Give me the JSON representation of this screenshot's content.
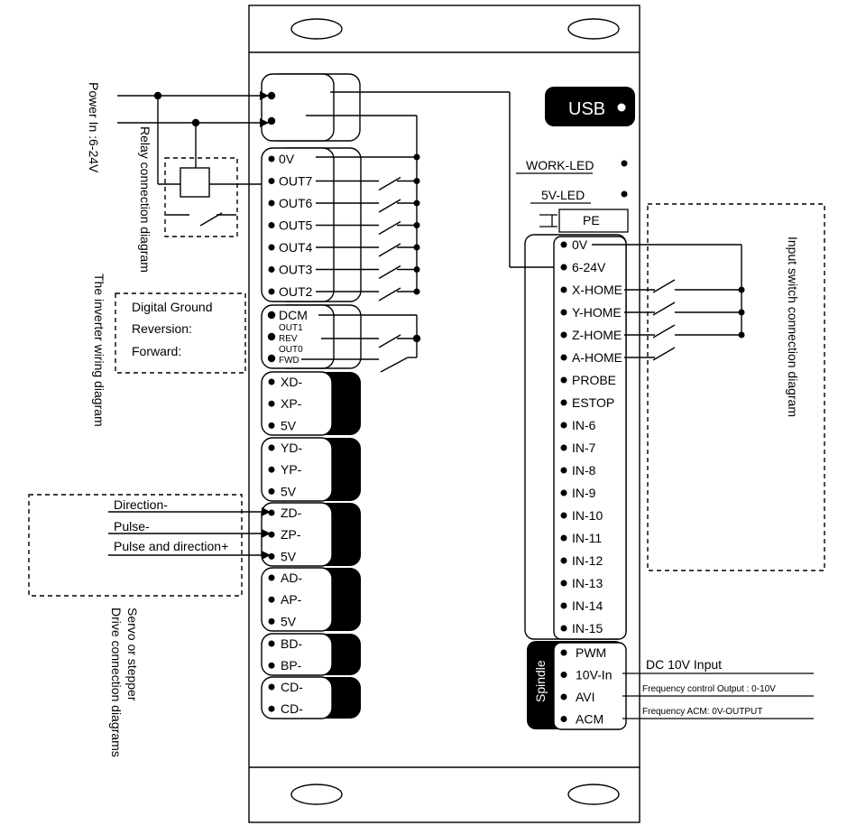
{
  "left_labels": {
    "power_in": "Power In :6-24V",
    "relay_diagram": "Relay connection diagram",
    "inverter_diagram": "The inverter wiring diagram",
    "servo_line1": "Servo or stepper",
    "servo_line2": "Drive connection diagrams"
  },
  "inverter_box": {
    "digital_ground": "Digital Ground",
    "reversion": "Reversion:",
    "forward": "Forward:"
  },
  "drive_box": {
    "direction": "Direction-",
    "pulse": "Pulse-",
    "pulse_dir": "Pulse and direction+"
  },
  "outputs": [
    "0V",
    "OUT7",
    "OUT6",
    "OUT5",
    "OUT4",
    "OUT3",
    "OUT2"
  ],
  "dcm_group": {
    "dcm": "DCM",
    "out1": "OUT1",
    "rev": "REV",
    "out0": "OUT0",
    "fwd": "FWD"
  },
  "axis_groups": [
    [
      "XD-",
      "XP-",
      "5V"
    ],
    [
      "YD-",
      "YP-",
      "5V"
    ],
    [
      "ZD-",
      "ZP-",
      "5V"
    ],
    [
      "AD-",
      "AP-",
      "5V"
    ],
    [
      "BD-",
      "BP-"
    ],
    [
      "CD-",
      "CD-"
    ]
  ],
  "usb": "USB",
  "work_led": "WORK-LED",
  "fivev_led": "5V-LED",
  "pe": "PE",
  "inputs": [
    "0V",
    "6-24V",
    "X-HOME",
    "Y-HOME",
    "Z-HOME",
    "A-HOME",
    "PROBE",
    "ESTOP",
    "IN-6",
    "IN-7",
    "IN-8",
    "IN-9",
    "IN-10",
    "IN-11",
    "IN-12",
    "IN-13",
    "IN-14",
    "IN-15"
  ],
  "input_switch_label": "Input switch connection diagram",
  "spindle": {
    "label": "Spindle",
    "terminals": [
      "PWM",
      "10V-In",
      "AVI",
      "ACM"
    ]
  },
  "spindle_notes": {
    "dc_input": "DC 10V Input",
    "freq_output": "Frequency control Output : 0-10V",
    "freq_acm": "Frequency ACM: 0V-OUTPUT"
  }
}
